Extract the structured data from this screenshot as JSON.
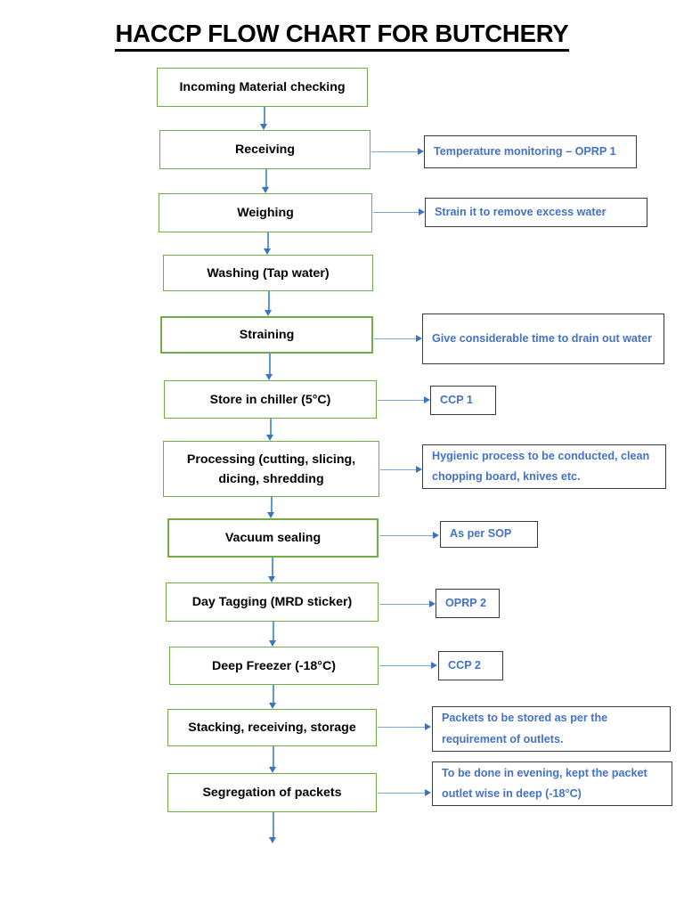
{
  "title": "HACCP FLOW CHART FOR BUTCHERY",
  "colors": {
    "process_border": "#70AD47",
    "annotation_border": "#3B3838",
    "annotation_text": "#4472C4",
    "arrow": "#5B9BD5",
    "title_text": "#000000"
  },
  "chart_data": {
    "type": "diagram",
    "title": "HACCP FLOW CHART FOR BUTCHERY",
    "orientation": "top-to-bottom",
    "process_steps": [
      {
        "id": "step1",
        "label": "Incoming Material checking"
      },
      {
        "id": "step2",
        "label": "Receiving"
      },
      {
        "id": "step3",
        "label": "Weighing"
      },
      {
        "id": "step4",
        "label": "Washing (Tap water)"
      },
      {
        "id": "step5",
        "label": "Straining"
      },
      {
        "id": "step6",
        "label": "Store in chiller (5°C)"
      },
      {
        "id": "step7",
        "label": "Processing (cutting, slicing, dicing, shredding"
      },
      {
        "id": "step8",
        "label": "Vacuum sealing"
      },
      {
        "id": "step9",
        "label": "Day Tagging (MRD sticker)"
      },
      {
        "id": "step10",
        "label": "Deep Freezer (-18°C)"
      },
      {
        "id": "step11",
        "label": "Stacking, receiving, storage"
      },
      {
        "id": "step12",
        "label": "Segregation of packets"
      }
    ],
    "annotations": [
      {
        "id": "note2",
        "for": "step2",
        "label": "Temperature monitoring – OPRP 1"
      },
      {
        "id": "note3",
        "for": "step3",
        "label": "Strain it to remove excess water"
      },
      {
        "id": "note5",
        "for": "step5",
        "label": "Give considerable time to drain out water"
      },
      {
        "id": "note6",
        "for": "step6",
        "label": "CCP 1"
      },
      {
        "id": "note7",
        "for": "step7",
        "label": "Hygienic process to be conducted, clean chopping board, knives etc."
      },
      {
        "id": "note8",
        "for": "step8",
        "label": "As per SOP"
      },
      {
        "id": "note9",
        "for": "step9",
        "label": "OPRP 2"
      },
      {
        "id": "note10",
        "for": "step10",
        "label": "CCP 2"
      },
      {
        "id": "note11",
        "for": "step11",
        "label": "Packets to be stored as per the requirement of outlets."
      },
      {
        "id": "note12",
        "for": "step12",
        "label": "To be done in evening, kept the packet outlet wise in deep (-18°C)"
      }
    ],
    "flow_connections": [
      [
        "step1",
        "step2"
      ],
      [
        "step2",
        "step3"
      ],
      [
        "step3",
        "step4"
      ],
      [
        "step4",
        "step5"
      ],
      [
        "step5",
        "step6"
      ],
      [
        "step6",
        "step7"
      ],
      [
        "step7",
        "step8"
      ],
      [
        "step8",
        "step9"
      ],
      [
        "step9",
        "step10"
      ],
      [
        "step10",
        "step11"
      ],
      [
        "step11",
        "step12"
      ],
      [
        "step12",
        "end"
      ]
    ],
    "critical_control_points": [
      "CCP 1",
      "CCP 2"
    ],
    "operational_prerequisite_programs": [
      "OPRP 1",
      "OPRP 2"
    ]
  }
}
